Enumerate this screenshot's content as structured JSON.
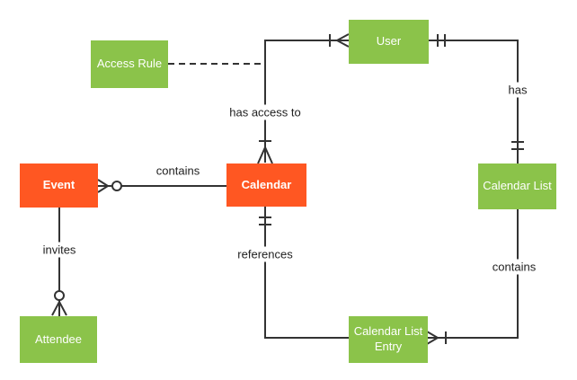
{
  "diagram": {
    "type": "entity-relationship-diagram",
    "colors": {
      "entity_green": "#8BC34A",
      "entity_orange": "#FF5722",
      "line": "#333333",
      "label_text": "#212121",
      "entity_text": "#FFFFFF",
      "background": "#FFFFFF"
    },
    "entities": {
      "access_rule": {
        "label": "Access Rule",
        "color": "#8BC34A"
      },
      "user": {
        "label": "User",
        "color": "#8BC34A"
      },
      "event": {
        "label": "Event",
        "color": "#FF5722"
      },
      "calendar": {
        "label": "Calendar",
        "color": "#FF5722"
      },
      "calendar_list": {
        "label": "Calendar List",
        "color": "#8BC34A"
      },
      "attendee": {
        "label": "Attendee",
        "color": "#8BC34A"
      },
      "calendar_list_entry": {
        "label": "Calendar List Entry",
        "color": "#8BC34A"
      }
    },
    "labels": {
      "has_access_to": "has access to",
      "has": "has",
      "contains_top": "contains",
      "invites": "invites",
      "references": "references",
      "contains_right": "contains"
    },
    "relationships": [
      {
        "from": "User",
        "to": "Calendar",
        "label": "has access to",
        "from_end": "one-or-many (bar + crow's foot)",
        "to_end": "one-or-many (bar + crow's foot)",
        "style": "solid"
      },
      {
        "from": "Access Rule",
        "to": "User-Calendar link",
        "label": "",
        "from_end": "plain",
        "to_end": "plain",
        "style": "dashed"
      },
      {
        "from": "User",
        "to": "Calendar List",
        "label": "has",
        "from_end": "exactly-one (double bar)",
        "to_end": "exactly-one (double bar)",
        "style": "solid"
      },
      {
        "from": "Event",
        "to": "Calendar",
        "label": "contains",
        "from_end": "zero-or-many (circle + crow's foot)",
        "to_end": "plain",
        "style": "solid"
      },
      {
        "from": "Event",
        "to": "Attendee",
        "label": "invites",
        "from_end": "plain",
        "to_end": "zero-or-many (circle + crow's foot)",
        "style": "solid"
      },
      {
        "from": "Calendar",
        "to": "Calendar List Entry",
        "label": "references",
        "from_end": "exactly-one (double bar)",
        "to_end": "plain",
        "style": "solid"
      },
      {
        "from": "Calendar List",
        "to": "Calendar List Entry",
        "label": "contains",
        "from_end": "plain",
        "to_end": "one-or-many (crow's foot + bar)",
        "style": "solid"
      }
    ]
  }
}
